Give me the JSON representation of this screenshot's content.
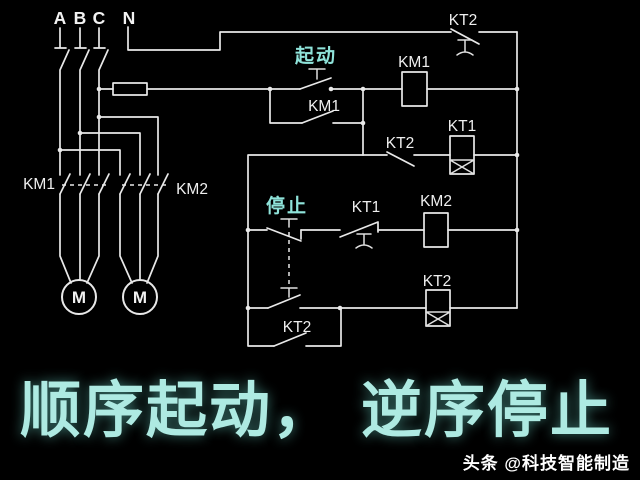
{
  "diagram": {
    "type": "electrical-control-schematic",
    "phase_labels": [
      "A",
      "B",
      "C",
      "N"
    ],
    "main_circuit": {
      "contactor1_label": "KM1",
      "contactor2_label": "KM2",
      "motor1_label": "M",
      "motor2_label": "M"
    },
    "control_circuit": {
      "start_button_label": "起动",
      "stop_button_label": "停止",
      "km1_hold_contact_label": "KM1",
      "km1_coil_label": "KM1",
      "kt2_top_delay_contact_label": "KT2",
      "kt2_nc_contact_label": "KT2",
      "kt1_coil_label": "KT1",
      "kt1_delay_contact_label": "KT1",
      "km2_coil_label": "KM2",
      "kt2_hold_contact_label": "KT2",
      "kt2_coil_label": "KT2"
    },
    "caption": {
      "part1": "顺序起动，",
      "part2": "逆序停止"
    },
    "watermark": "头条 @科技智能制造",
    "colors": {
      "background": "#000000",
      "wire": "#e8e8e8",
      "label": "#efefef",
      "accent_text": "#8fe3da",
      "caption_text": "#aeeae2",
      "watermark_text": "#ffffff"
    }
  }
}
